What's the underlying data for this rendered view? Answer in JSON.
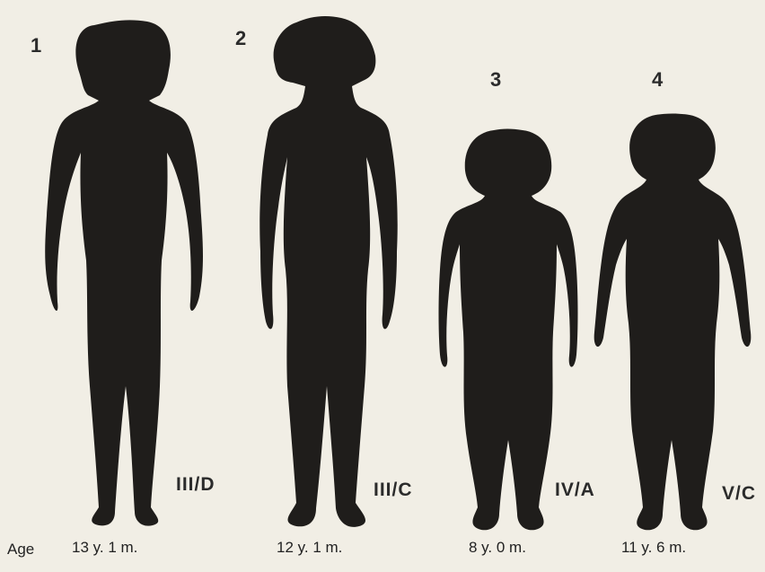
{
  "figures": [
    {
      "number": "1",
      "class": "III/D",
      "age": "13 y. 1 m."
    },
    {
      "number": "2",
      "class": "III/C",
      "age": "12 y. 1 m."
    },
    {
      "number": "3",
      "class": "IV/A",
      "age": "8 y. 0 m."
    },
    {
      "number": "4",
      "class": "V/C",
      "age": "11 y. 6 m."
    }
  ],
  "age_label": "Age",
  "colors": {
    "background": "#f1eee5",
    "silhouette": "#1f1d1b",
    "text": "#2b2b2b"
  }
}
